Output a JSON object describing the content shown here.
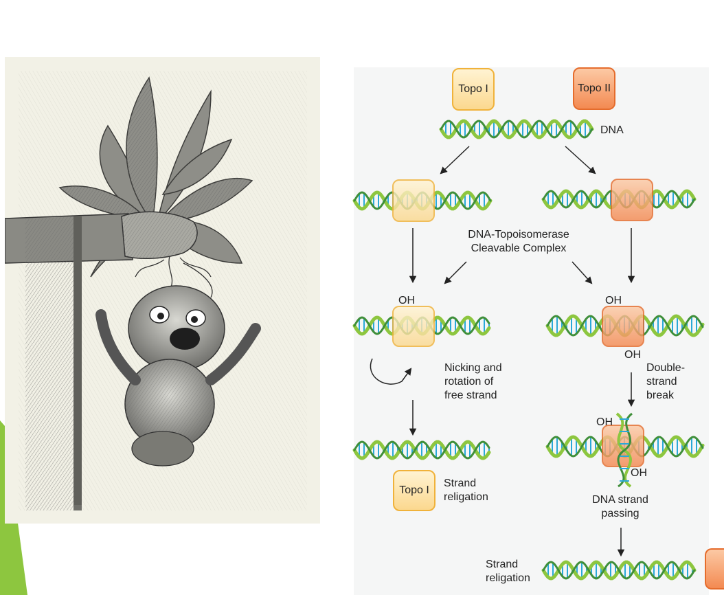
{
  "labels": {
    "topo1": "Topo I",
    "topo2": "Topo II",
    "dna": "DNA",
    "complex_line1": "DNA-Topoisomerase",
    "complex_line2": "Cleavable Complex",
    "oh": "OH",
    "nicking_line1": "Nicking and",
    "nicking_line2": "rotation of",
    "nicking_line3": "free strand",
    "double_line1": "Double-",
    "double_line2": "strand",
    "double_line3": "break",
    "relig_line1": "Strand",
    "relig_line2": "religation",
    "passing_line1": "DNA strand",
    "passing_line2": "passing"
  },
  "colors": {
    "topo1_fill": "#fbd88f",
    "topo1_border": "#f0b23a",
    "topo2_fill": "#f38a52",
    "topo2_border": "#e56c2c",
    "dna_green": "#8dc63f",
    "dna_dark_green": "#3f8f3a",
    "dna_blue": "#2aa8d8",
    "accent": "#8dc63f"
  }
}
